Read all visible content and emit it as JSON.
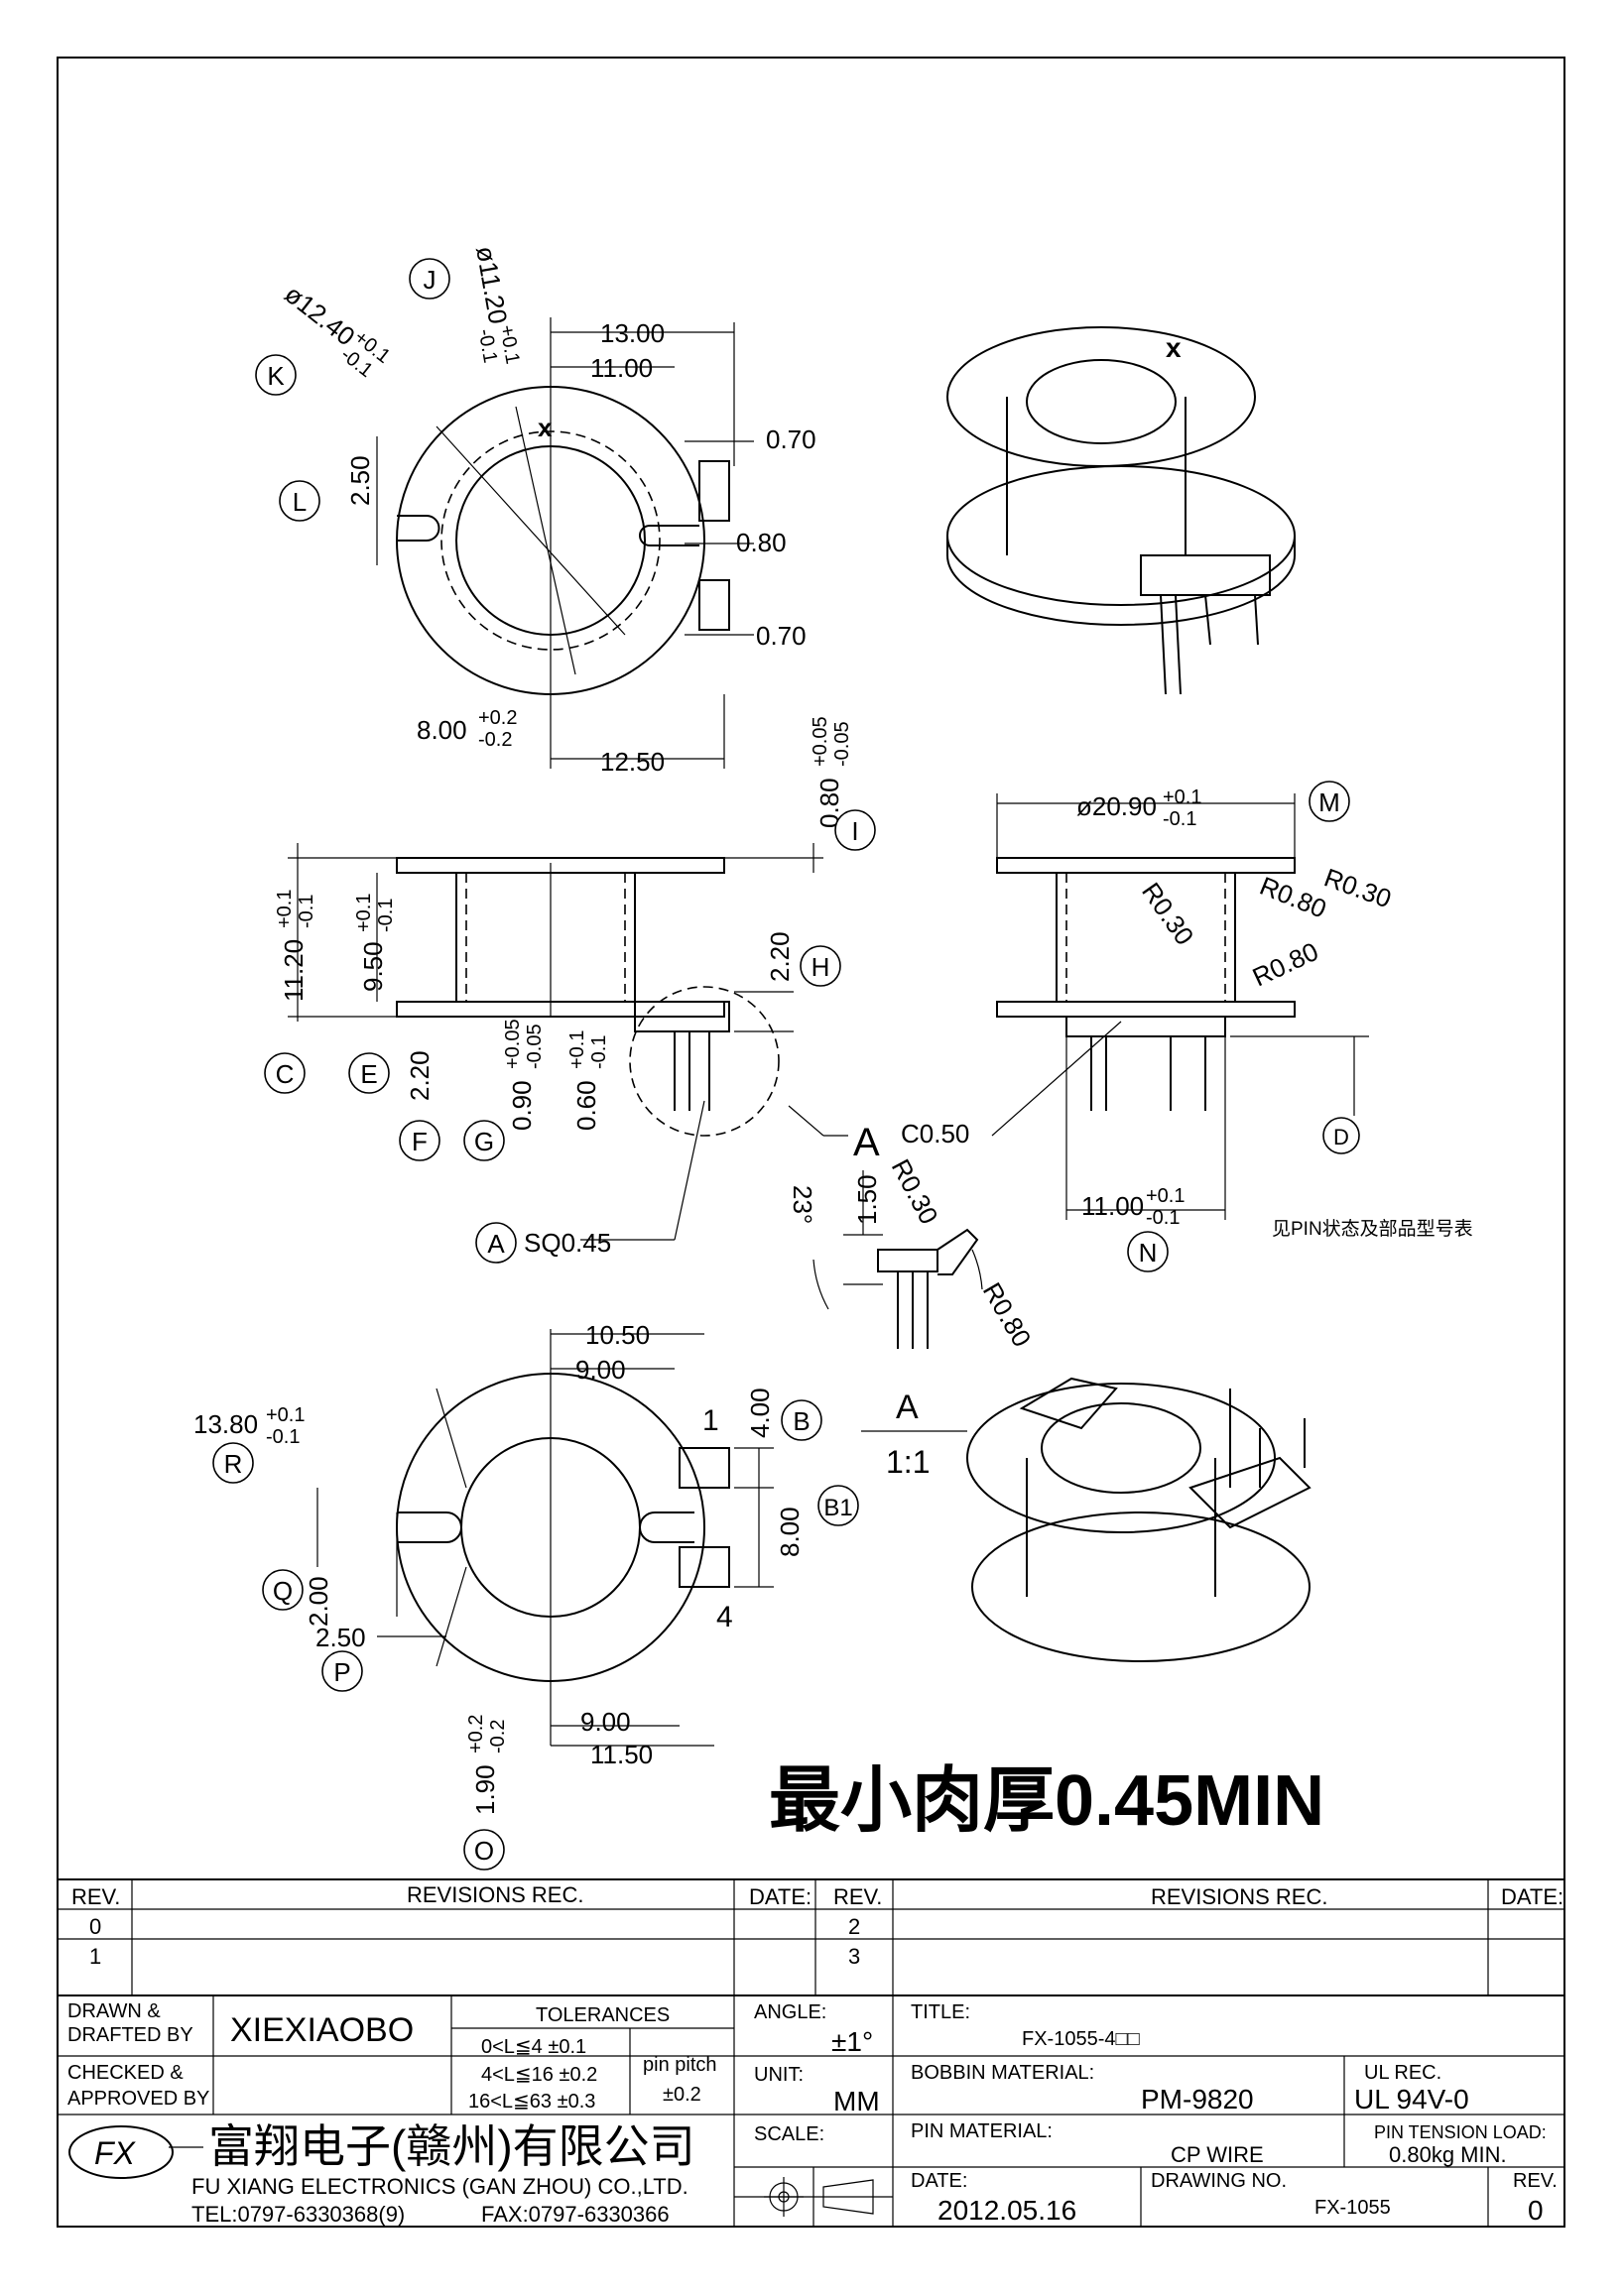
{
  "drawing": {
    "thickness_note": "最小肉厚0.45MIN",
    "pin_note": "见PIN状态及部品型号表",
    "view_a_label": "A",
    "view_a_scale": "1:1",
    "section_a_label": "A",
    "top_view": {
      "dims": [
        "13.00",
        "11.00",
        "0.70",
        "0.80",
        "0.70",
        "12.50",
        "2.50"
      ],
      "dia_k": "ø12.40",
      "dia_k_tol_up": "+0.1",
      "dia_k_tol_dn": "-0.1",
      "dia_j": "ø11.20",
      "dia_j_tol_up": "+0.1",
      "dia_j_tol_dn": "-0.1",
      "dim_8": "8.00",
      "dim_8_tol_up": "+0.2",
      "dim_8_tol_dn": "-0.2",
      "mark_x": "x"
    },
    "side_view": {
      "dim_i": "0.80",
      "dim_i_tol_up": "+0.05",
      "dim_i_tol_dn": "-0.05",
      "dim_c": "11.20",
      "dim_c_tol_up": "+0.1",
      "dim_c_tol_dn": "-0.1",
      "dim_e": "9.50",
      "dim_e_tol_up": "+0.1",
      "dim_e_tol_dn": "-0.1",
      "dim_f": "2.20",
      "dim_h": "2.20",
      "dim_g": "0.90",
      "dim_g_tol_up": "+0.05",
      "dim_g_tol_dn": "-0.05",
      "dim_060": "0.60",
      "dim_060_tol_up": "+0.1",
      "dim_060_tol_dn": "-0.1",
      "sq": "SQ0.45"
    },
    "front_view": {
      "dim_m": "ø20.90",
      "dim_m_tol_up": "+0.1",
      "dim_m_tol_dn": "-0.1",
      "r030a": "R0.30",
      "r080a": "R0.80",
      "r030b": "R0.30",
      "r080b": "R0.80",
      "c050": "C0.50",
      "dim_n": "11.00",
      "dim_n_tol_up": "+0.1",
      "dim_n_tol_dn": "-0.1"
    },
    "detail_a": {
      "angle": "23°",
      "dim_150": "1.50",
      "r030": "R0.30",
      "r080": "R0.80"
    },
    "bottom_view": {
      "dims": [
        "10.50",
        "9.00",
        "4.00",
        "8.00",
        "9.00",
        "11.50",
        "2.00",
        "2.50"
      ],
      "dim_r": "13.80",
      "dim_r_tol_up": "+0.1",
      "dim_r_tol_dn": "-0.1",
      "dim_o": "1.90",
      "dim_o_tol_up": "+0.2",
      "dim_o_tol_dn": "-0.2",
      "pin1": "1",
      "pin4": "4"
    },
    "balloons": [
      "J",
      "K",
      "L",
      "I",
      "H",
      "C",
      "E",
      "F",
      "G",
      "A",
      "M",
      "N",
      "D",
      "B",
      "B1",
      "R",
      "Q",
      "P",
      "O"
    ]
  },
  "title_block": {
    "rev_label": "REV.",
    "revisions_rec": "REVISIONS   REC.",
    "date_label": "DATE:",
    "rev_label_2": "REV.",
    "revisions_rec_2": "REVISIONS   REC.",
    "date_label_2": "DATE:",
    "rev_rows_left": [
      "0",
      "1"
    ],
    "rev_rows_right": [
      "2",
      "3"
    ],
    "drawn_label_1": "DRAWN &",
    "drawn_label_2": "DRAFTED BY",
    "drawn_by": "XIEXIAOBO",
    "checked_label_1": "CHECKED &",
    "checked_label_2": "APPROVED BY",
    "tolerances_label": "TOLERANCES",
    "tol_rows": [
      "0<L≦4    ±0.1",
      "4<L≦16  ±0.2",
      "16<L≦63  ±0.3"
    ],
    "pin_pitch_label": "pin pitch",
    "pin_pitch_value": "±0.2",
    "angle_label": "ANGLE:",
    "angle_value": "±1°",
    "unit_label": "UNIT:",
    "unit_value": "MM",
    "scale_label": "SCALE:",
    "title_label": "TITLE:",
    "title_value": "FX-1055-4□□",
    "bobbin_material_label": "BOBBIN MATERIAL:",
    "bobbin_material_value": "PM-9820",
    "ul_rec_label": "UL REC.",
    "ul_rec_value": "UL 94V-0",
    "pin_material_label": "PIN MATERIAL:",
    "pin_material_value": "CP WIRE",
    "pin_tension_label": "PIN TENSION LOAD:",
    "pin_tension_value": "0.80kg MIN.",
    "date_label_3": "DATE:",
    "date_value": "2012.05.16",
    "drawing_no_label": "DRAWING NO.",
    "drawing_no_value": "FX-1055",
    "rev_label_3": "REV.",
    "rev_value": "0",
    "company_cn": "富翔电子(赣州)有限公司",
    "company_en": "FU XIANG ELECTRONICS (GAN ZHOU) CO.,LTD.",
    "tel": "TEL:0797-6330368(9)",
    "fax": "FAX:0797-6330366",
    "logo_text": "FX"
  }
}
